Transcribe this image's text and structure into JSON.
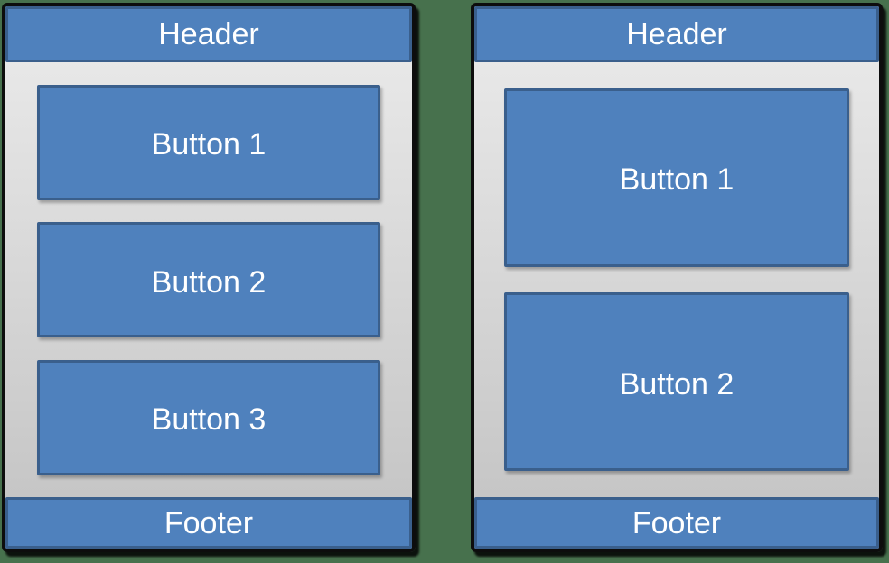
{
  "canvas": {
    "background_color": "#47714d"
  },
  "colors": {
    "bg_green": "#47714d",
    "bar_fill": "#4f81bd",
    "bar_border": "#3a5f8c",
    "gray_top": "#ececec",
    "gray_bottom": "#c2c2c2",
    "frame_black": "#0d0d0d",
    "text_white": "#ffffff"
  },
  "panels": [
    {
      "header": "Header",
      "buttons": [
        "Button 1",
        "Button 2",
        "Button 3"
      ],
      "footer": "Footer"
    },
    {
      "header": "Header",
      "buttons": [
        "Button 1",
        "Button 2"
      ],
      "footer": "Footer"
    }
  ]
}
